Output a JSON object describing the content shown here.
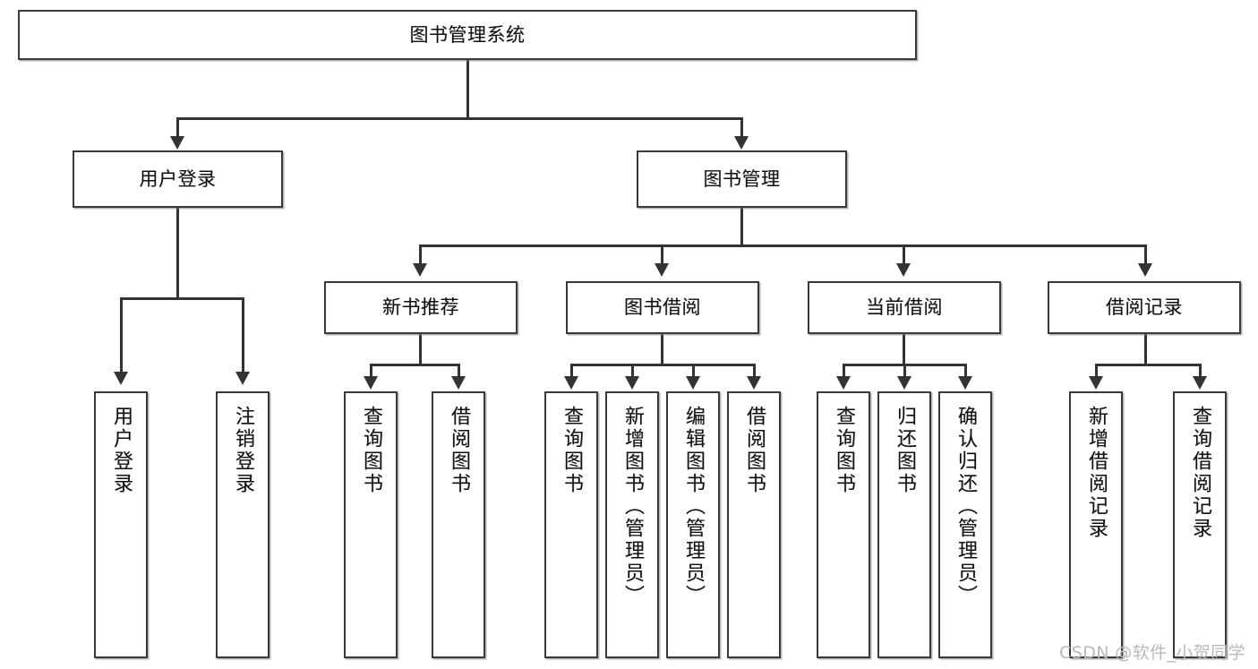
{
  "diagram": {
    "title": "图书管理系统",
    "type": "tree",
    "watermark": "CSDN @软件_小贺同学",
    "colors": {
      "box_border": "#3a3a3a",
      "box_fill": "#ffffff",
      "connector": "#333333",
      "text": "#111111",
      "watermark": "#b9b9b9"
    },
    "root": {
      "label": "图书管理系统"
    },
    "level2": [
      {
        "label": "用户登录"
      },
      {
        "label": "图书管理"
      }
    ],
    "level3": [
      {
        "label": "新书推荐"
      },
      {
        "label": "图书借阅"
      },
      {
        "label": "当前借阅"
      },
      {
        "label": "借阅记录"
      }
    ],
    "leaves": {
      "user_login": [
        {
          "label": "用户登录"
        },
        {
          "label": "注销登录"
        }
      ],
      "new_book": [
        {
          "label": "查询图书"
        },
        {
          "label": "借阅图书"
        }
      ],
      "book_borrow": [
        {
          "label": "查询图书"
        },
        {
          "label": "新增图书（管理员）"
        },
        {
          "label": "编辑图书（管理员）"
        },
        {
          "label": "借阅图书"
        }
      ],
      "current_borrow": [
        {
          "label": "查询图书"
        },
        {
          "label": "归还图书"
        },
        {
          "label": "确认归还（管理员）"
        }
      ],
      "borrow_record": [
        {
          "label": "新增借阅记录"
        },
        {
          "label": "查询借阅记录"
        }
      ]
    }
  }
}
